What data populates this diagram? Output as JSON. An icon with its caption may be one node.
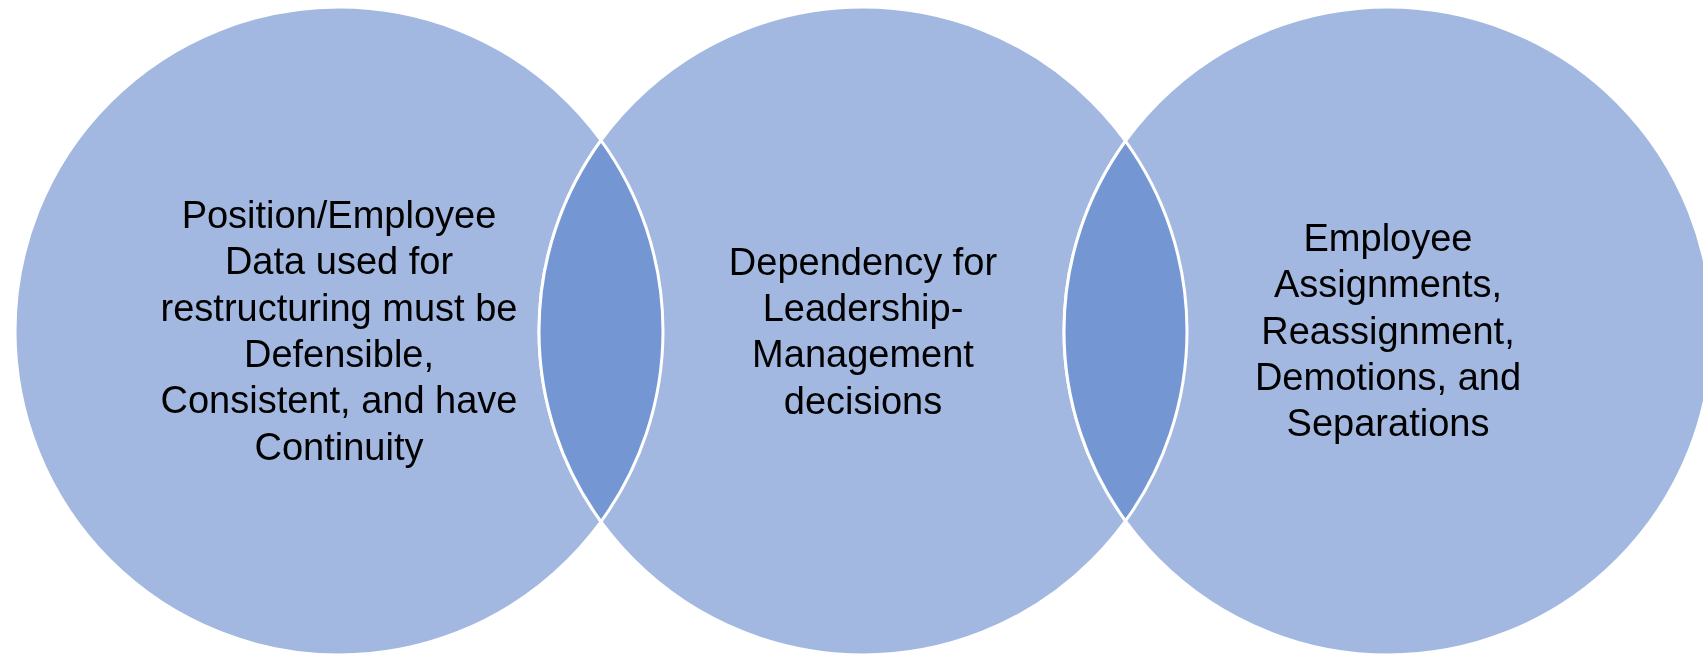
{
  "diagram": {
    "nodes": [
      {
        "text": [
          "Position/Employee Data used for restructuring must be Defensible, Consistent, and have Continuity"
        ]
      },
      {
        "text": [
          "Dependency for Leadership-Management decisions"
        ]
      },
      {
        "text": [
          "Employee Assignments, Reassignment, Demotions, and Separations"
        ]
      }
    ]
  }
}
